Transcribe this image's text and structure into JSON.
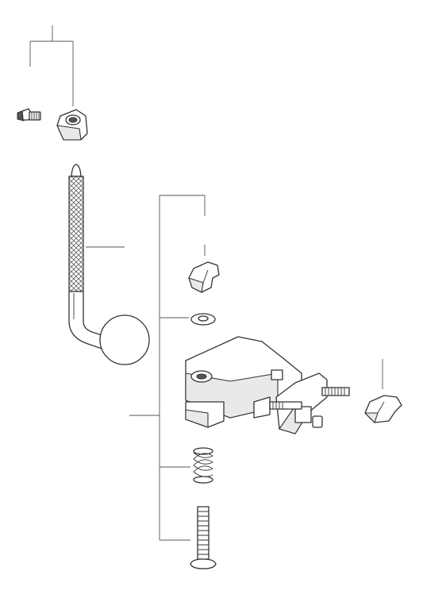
{
  "diagram": {
    "type": "exploded-parts-view",
    "line_color": "#555555",
    "part_fill": "#ffffff",
    "part_stroke": "#333333",
    "parts": [
      {
        "name": "small-screw"
      },
      {
        "name": "stop-lock-clamp"
      },
      {
        "name": "l-rod-with-ball"
      },
      {
        "name": "wing-nut-upper"
      },
      {
        "name": "washer"
      },
      {
        "name": "multi-clamp-body"
      },
      {
        "name": "wing-bolt-right"
      },
      {
        "name": "coil-spring"
      },
      {
        "name": "long-bolt"
      }
    ]
  }
}
